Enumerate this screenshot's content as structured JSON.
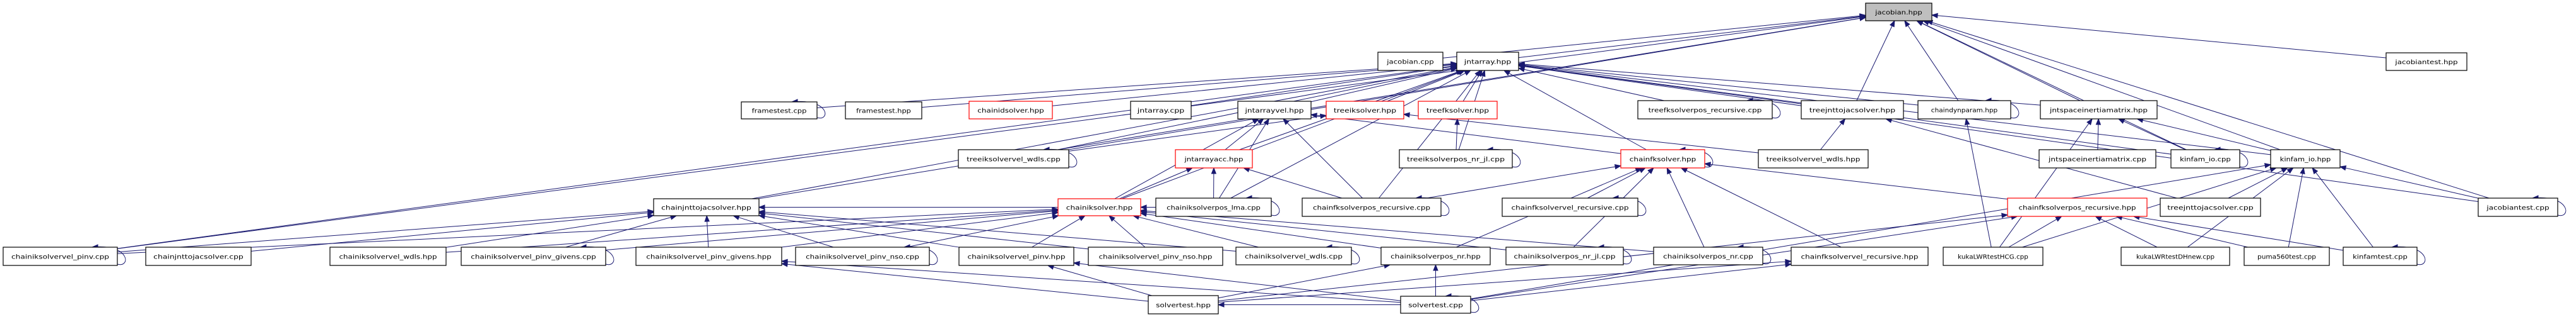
{
  "diagram": {
    "type": "include-dependency-graph",
    "colors": {
      "edge": "#191970",
      "node_border": "#000000",
      "node_incomplete_border": "#ff0000",
      "selected_fill": "#bfbfbf",
      "node_fill": "#ffffff"
    },
    "root": "jacobian.hpp",
    "nodes": [
      {
        "id": "jacobian_hpp",
        "label": "jacobian.hpp",
        "selected": true
      },
      {
        "id": "jacobian_cpp",
        "label": "jacobian.cpp"
      },
      {
        "id": "jntarray_hpp",
        "label": "jntarray.hpp"
      },
      {
        "id": "jacobiantest_hpp",
        "label": "jacobiantest.hpp"
      },
      {
        "id": "framestest_cpp",
        "label": "framestest.cpp"
      },
      {
        "id": "framestest_hpp",
        "label": "framestest.hpp"
      },
      {
        "id": "chainidsolver_hpp",
        "label": "chainidsolver.hpp",
        "red": true
      },
      {
        "id": "jntarray_cpp",
        "label": "jntarray.cpp"
      },
      {
        "id": "jntarrayvel_hpp",
        "label": "jntarrayvel.hpp"
      },
      {
        "id": "treeiksolver_hpp",
        "label": "treeiksolver.hpp",
        "red": true
      },
      {
        "id": "treefksolver_hpp",
        "label": "treefksolver.hpp",
        "red": true
      },
      {
        "id": "treefksolverpos_recursive_cpp",
        "label": "treefksolverpos_recursive.cpp"
      },
      {
        "id": "treejnttojacsolver_hpp",
        "label": "treejnttojacsolver.hpp"
      },
      {
        "id": "chaindynparam_hpp",
        "label": "chaindynparam.hpp"
      },
      {
        "id": "jntspaceinertiamatrix_hpp",
        "label": "jntspaceinertiamatrix.hpp"
      },
      {
        "id": "treeiksolvervel_wdls_cpp",
        "label": "treeiksolvervel_wdls.cpp"
      },
      {
        "id": "jntarrayacc_hpp",
        "label": "jntarrayacc.hpp",
        "red": true
      },
      {
        "id": "treeiksolverpos_nr_jl_cpp",
        "label": "treeiksolverpos_nr_jl.cpp"
      },
      {
        "id": "chainfksolver_hpp",
        "label": "chainfksolver.hpp",
        "red": true
      },
      {
        "id": "treeiksolvervel_wdls_hpp",
        "label": "treeiksolvervel_wdls.hpp"
      },
      {
        "id": "jntspaceinertiamatrix_cpp",
        "label": "jntspaceinertiamatrix.cpp"
      },
      {
        "id": "kinfam_io_cpp",
        "label": "kinfam_io.cpp"
      },
      {
        "id": "kinfam_io_hpp",
        "label": "kinfam_io.hpp"
      },
      {
        "id": "chainjnttojacsolver_hpp",
        "label": "chainjnttojacsolver.hpp"
      },
      {
        "id": "chainiksolver_hpp",
        "label": "chainiksolver.hpp",
        "red": true
      },
      {
        "id": "chainiksolverpos_lma_cpp",
        "label": "chainiksolverpos_lma.cpp"
      },
      {
        "id": "chainfksolverpos_recursive_cpp",
        "label": "chainfksolverpos_recursive.cpp"
      },
      {
        "id": "chainfksolvervel_recursive_cpp",
        "label": "chainfksolvervel_recursive.cpp"
      },
      {
        "id": "chainfksolverpos_recursive_hpp",
        "label": "chainfksolverpos_recursive.hpp",
        "red": true
      },
      {
        "id": "treejnttojacsolver_cpp",
        "label": "treejnttojacsolver.cpp"
      },
      {
        "id": "jacobiantest_cpp",
        "label": "jacobiantest.cpp"
      },
      {
        "id": "chainiksolvervel_pinv_cpp",
        "label": "chainiksolvervel_pinv.cpp"
      },
      {
        "id": "chainjnttojacsolver_cpp",
        "label": "chainjnttojacsolver.cpp"
      },
      {
        "id": "chainiksolvervel_wdls_hpp",
        "label": "chainiksolvervel_wdls.hpp"
      },
      {
        "id": "chainiksolvervel_pinv_givens_cpp",
        "label": "chainiksolvervel_pinv_givens.cpp"
      },
      {
        "id": "chainiksolvervel_pinv_givens_hpp",
        "label": "chainiksolvervel_pinv_givens.hpp"
      },
      {
        "id": "chainiksolvervel_pinv_nso_cpp",
        "label": "chainiksolvervel_pinv_nso.cpp"
      },
      {
        "id": "chainiksolvervel_pinv_hpp",
        "label": "chainiksolvervel_pinv.hpp"
      },
      {
        "id": "chainiksolvervel_pinv_nso_hpp",
        "label": "chainiksolvervel_pinv_nso.hpp"
      },
      {
        "id": "chainiksolvervel_wdls_cpp",
        "label": "chainiksolvervel_wdls.cpp"
      },
      {
        "id": "chainiksolverpos_nr_hpp",
        "label": "chainiksolverpos_nr.hpp"
      },
      {
        "id": "chainiksolverpos_nr_jl_cpp",
        "label": "chainiksolverpos_nr_jl.cpp"
      },
      {
        "id": "chainiksolverpos_nr_cpp",
        "label": "chainiksolverpos_nr.cpp"
      },
      {
        "id": "chainfksolvervel_recursive_hpp",
        "label": "chainfksolvervel_recursive.hpp"
      },
      {
        "id": "kukaLWRtestHCG_cpp",
        "label": "kukaLWRtestHCG.cpp"
      },
      {
        "id": "kukaLWRtestDHnew_cpp",
        "label": "kukaLWRtestDHnew.cpp"
      },
      {
        "id": "puma560test_cpp",
        "label": "puma560test.cpp"
      },
      {
        "id": "kinfamtest_cpp",
        "label": "kinfamtest.cpp"
      },
      {
        "id": "solvertest_hpp",
        "label": "solvertest.hpp"
      },
      {
        "id": "solvertest_cpp",
        "label": "solvertest.cpp"
      }
    ],
    "edges": [
      [
        "jacobian_cpp",
        "jacobian_hpp"
      ],
      [
        "jntarray_hpp",
        "jacobian_hpp"
      ],
      [
        "jacobiantest_hpp",
        "jacobian_hpp"
      ],
      [
        "treejnttojacsolver_hpp",
        "jacobian_hpp"
      ],
      [
        "chaindynparam_hpp",
        "jacobian_hpp"
      ],
      [
        "jntspaceinertiamatrix_hpp",
        "jacobian_hpp"
      ],
      [
        "kinfam_io_cpp",
        "jacobian_hpp"
      ],
      [
        "kinfam_io_hpp",
        "jacobian_hpp"
      ],
      [
        "jacobiantest_cpp",
        "jacobian_hpp"
      ],
      [
        "chainjnttojacsolver_hpp",
        "jacobian_hpp"
      ],
      [
        "chainiksolvervel_pinv_cpp",
        "jacobian_hpp"
      ],
      [
        "treeiksolvervel_wdls_cpp",
        "jacobian_hpp"
      ],
      [
        "framestest_cpp",
        "jntarray_hpp"
      ],
      [
        "framestest_hpp",
        "jntarray_hpp"
      ],
      [
        "chainidsolver_hpp",
        "jntarray_hpp"
      ],
      [
        "jntarray_cpp",
        "jntarray_hpp"
      ],
      [
        "jntarrayvel_hpp",
        "jntarray_hpp"
      ],
      [
        "treeiksolver_hpp",
        "jntarray_hpp"
      ],
      [
        "treefksolver_hpp",
        "jntarray_hpp"
      ],
      [
        "treefksolverpos_recursive_cpp",
        "jntarray_hpp"
      ],
      [
        "treejnttojacsolver_hpp",
        "jntarray_hpp"
      ],
      [
        "chaindynparam_hpp",
        "jntarray_hpp"
      ],
      [
        "jntspaceinertiamatrix_hpp",
        "jntarray_hpp"
      ],
      [
        "kinfam_io_cpp",
        "jntarray_hpp"
      ],
      [
        "kinfam_io_hpp",
        "jntarray_hpp"
      ],
      [
        "chainfksolver_hpp",
        "jntarray_hpp"
      ],
      [
        "jntarrayacc_hpp",
        "jntarray_hpp"
      ],
      [
        "treeiksolverpos_nr_jl_cpp",
        "jntarray_hpp"
      ],
      [
        "chainjnttojacsolver_hpp",
        "jntarray_hpp"
      ],
      [
        "chainiksolver_hpp",
        "jntarray_hpp"
      ],
      [
        "chainiksolverpos_lma_cpp",
        "jntarray_hpp"
      ],
      [
        "chainfksolverpos_recursive_cpp",
        "jntarray_hpp"
      ],
      [
        "chainiksolvervel_pinv_cpp",
        "jntarray_hpp"
      ],
      [
        "jacobiantest_cpp",
        "jntarray_hpp"
      ],
      [
        "treeiksolvervel_wdls_cpp",
        "jntarray_hpp"
      ],
      [
        "jntarrayacc_hpp",
        "jntarrayvel_hpp"
      ],
      [
        "chainiksolver_hpp",
        "jntarrayvel_hpp"
      ],
      [
        "chainiksolverpos_lma_cpp",
        "jntarrayvel_hpp"
      ],
      [
        "chainfksolverpos_recursive_cpp",
        "jntarrayvel_hpp"
      ],
      [
        "chainfksolver_hpp",
        "jntarrayvel_hpp"
      ],
      [
        "treeiksolvervel_wdls_cpp",
        "treeiksolver_hpp"
      ],
      [
        "treeiksolvervel_wdls_hpp",
        "treeiksolver_hpp"
      ],
      [
        "treeiksolverpos_nr_jl_cpp",
        "treefksolver_hpp"
      ],
      [
        "chainiksolver_hpp",
        "jntarrayacc_hpp"
      ],
      [
        "chainiksolverpos_lma_cpp",
        "jntarrayacc_hpp"
      ],
      [
        "chainfksolverpos_recursive_cpp",
        "jntarrayacc_hpp"
      ],
      [
        "treejnttojacsolver_cpp",
        "treejnttojacsolver_hpp"
      ],
      [
        "treeiksolvervel_wdls_hpp",
        "treejnttojacsolver_hpp"
      ],
      [
        "kukaLWRtestHCG_cpp",
        "chaindynparam_hpp"
      ],
      [
        "kukaLWRtestHCG_cpp",
        "jntspaceinertiamatrix_hpp"
      ],
      [
        "jntspaceinertiamatrix_cpp",
        "jntspaceinertiamatrix_hpp"
      ],
      [
        "kinfam_io_cpp",
        "jntspaceinertiamatrix_hpp"
      ],
      [
        "kinfam_io_hpp",
        "jntspaceinertiamatrix_hpp"
      ],
      [
        "chainfksolverpos_recursive_cpp",
        "chainfksolver_hpp"
      ],
      [
        "chainfksolvervel_recursive_cpp",
        "chainfksolver_hpp"
      ],
      [
        "chainfksolverpos_recursive_hpp",
        "chainfksolver_hpp"
      ],
      [
        "chainiksolverpos_nr_hpp",
        "chainfksolver_hpp"
      ],
      [
        "chainiksolverpos_nr_jl_cpp",
        "chainfksolver_hpp"
      ],
      [
        "chainiksolverpos_nr_cpp",
        "chainfksolver_hpp"
      ],
      [
        "chainfksolvervel_recursive_hpp",
        "chainfksolver_hpp"
      ],
      [
        "kukaLWRtestHCG_cpp",
        "chainfksolverpos_recursive_hpp"
      ],
      [
        "kukaLWRtestDHnew_cpp",
        "chainfksolverpos_recursive_hpp"
      ],
      [
        "puma560test_cpp",
        "chainfksolverpos_recursive_hpp"
      ],
      [
        "kinfamtest_cpp",
        "chainfksolverpos_recursive_hpp"
      ],
      [
        "solvertest_hpp",
        "chainfksolverpos_recursive_hpp"
      ],
      [
        "solvertest_cpp",
        "chainfksolverpos_recursive_hpp"
      ],
      [
        "kukaLWRtestHCG_cpp",
        "kinfam_io_hpp"
      ],
      [
        "kukaLWRtestDHnew_cpp",
        "kinfam_io_hpp"
      ],
      [
        "puma560test_cpp",
        "kinfam_io_hpp"
      ],
      [
        "kinfamtest_cpp",
        "kinfam_io_hpp"
      ],
      [
        "jacobiantest_cpp",
        "kinfam_io_hpp"
      ],
      [
        "treejnttojacsolver_cpp",
        "kinfam_io_hpp"
      ],
      [
        "solvertest_cpp",
        "kinfam_io_hpp"
      ],
      [
        "chainiksolvervel_pinv_cpp",
        "chainjnttojacsolver_hpp"
      ],
      [
        "chainjnttojacsolver_cpp",
        "chainjnttojacsolver_hpp"
      ],
      [
        "chainiksolvervel_wdls_hpp",
        "chainjnttojacsolver_hpp"
      ],
      [
        "chainiksolvervel_pinv_givens_cpp",
        "chainjnttojacsolver_hpp"
      ],
      [
        "chainiksolvervel_pinv_givens_hpp",
        "chainjnttojacsolver_hpp"
      ],
      [
        "chainiksolvervel_pinv_nso_cpp",
        "chainjnttojacsolver_hpp"
      ],
      [
        "chainiksolvervel_pinv_hpp",
        "chainjnttojacsolver_hpp"
      ],
      [
        "chainiksolvervel_pinv_nso_hpp",
        "chainjnttojacsolver_hpp"
      ],
      [
        "chainiksolvervel_wdls_cpp",
        "chainjnttojacsolver_hpp"
      ],
      [
        "chainiksolverpos_lma_cpp",
        "chainjnttojacsolver_hpp"
      ],
      [
        "chainiksolvervel_pinv_cpp",
        "chainiksolver_hpp"
      ],
      [
        "chainiksolvervel_wdls_hpp",
        "chainiksolver_hpp"
      ],
      [
        "chainiksolvervel_pinv_givens_cpp",
        "chainiksolver_hpp"
      ],
      [
        "chainiksolvervel_pinv_givens_hpp",
        "chainiksolver_hpp"
      ],
      [
        "chainiksolvervel_pinv_nso_cpp",
        "chainiksolver_hpp"
      ],
      [
        "chainiksolvervel_pinv_hpp",
        "chainiksolver_hpp"
      ],
      [
        "chainiksolvervel_pinv_nso_hpp",
        "chainiksolver_hpp"
      ],
      [
        "chainiksolvervel_wdls_cpp",
        "chainiksolver_hpp"
      ],
      [
        "chainiksolverpos_nr_hpp",
        "chainiksolver_hpp"
      ],
      [
        "chainiksolverpos_nr_jl_cpp",
        "chainiksolver_hpp"
      ],
      [
        "chainiksolverpos_nr_cpp",
        "chainiksolver_hpp"
      ],
      [
        "chainiksolverpos_lma_cpp",
        "chainiksolver_hpp"
      ],
      [
        "solvertest_hpp",
        "chainiksolvervel_pinv_givens_hpp"
      ],
      [
        "solvertest_cpp",
        "chainiksolvervel_pinv_givens_hpp"
      ],
      [
        "solvertest_hpp",
        "chainiksolvervel_pinv_hpp"
      ],
      [
        "solvertest_cpp",
        "chainiksolvervel_pinv_hpp"
      ],
      [
        "solvertest_hpp",
        "chainiksolverpos_nr_hpp"
      ],
      [
        "solvertest_cpp",
        "chainiksolverpos_nr_hpp"
      ],
      [
        "solvertest_hpp",
        "chainfksolvervel_recursive_hpp"
      ],
      [
        "solvertest_cpp",
        "chainfksolvervel_recursive_hpp"
      ],
      [
        "solvertest_cpp",
        "solvertest_hpp"
      ]
    ],
    "self_loops": [
      "framestest_cpp",
      "treeiksolvervel_wdls_cpp",
      "treefksolverpos_recursive_cpp",
      "chaindynparam_hpp",
      "treeiksolverpos_nr_jl_cpp",
      "chainfksolver_hpp",
      "kinfam_io_cpp",
      "chainiksolverpos_lma_cpp",
      "chainfksolverpos_recursive_cpp",
      "chainfksolvervel_recursive_cpp",
      "jacobiantest_cpp",
      "chainiksolvervel_pinv_cpp",
      "chainiksolvervel_pinv_givens_cpp",
      "chainiksolvervel_pinv_nso_cpp",
      "chainiksolvervel_wdls_cpp",
      "chainiksolverpos_nr_jl_cpp",
      "chainiksolverpos_nr_cpp",
      "kinfamtest_cpp",
      "solvertest_cpp"
    ]
  }
}
